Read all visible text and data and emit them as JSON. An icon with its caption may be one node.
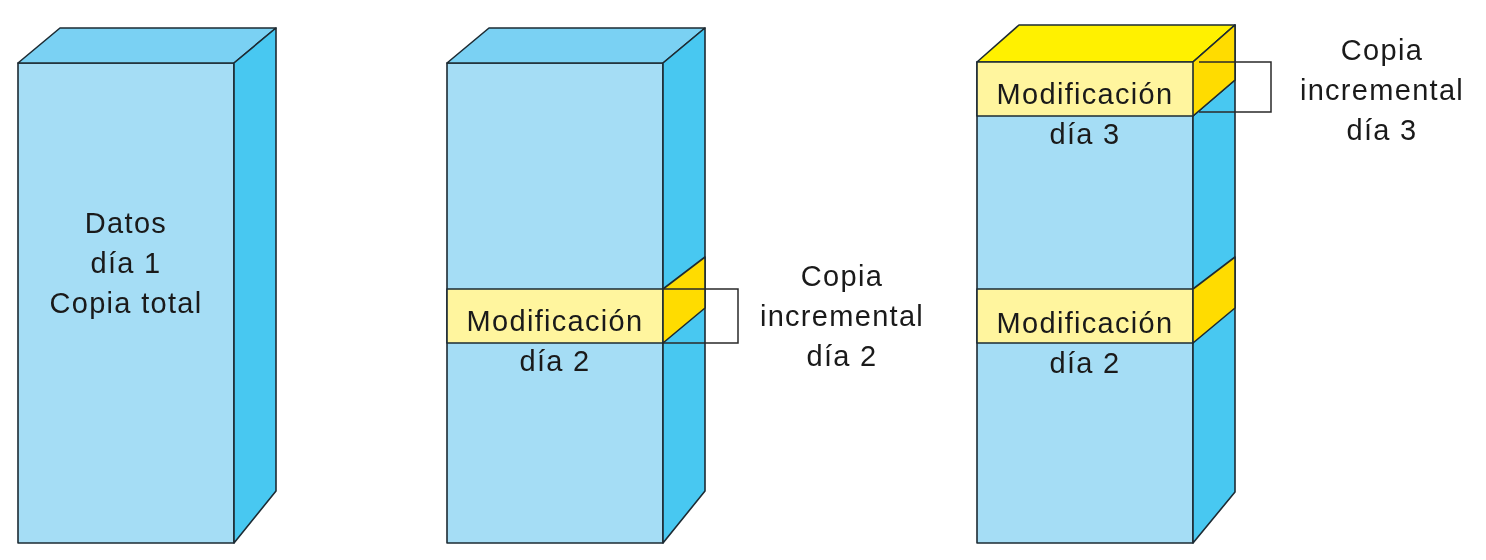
{
  "diagram": {
    "nodes": [
      {
        "text": [
          "Datos día 1 Copia total"
        ]
      },
      {
        "text": [],
        "shape": "box"
      },
      {
        "text": [
          "Modificación día 2"
        ],
        "in": 1,
        "beside": [
          "Copia incremental día 2"
        ]
      },
      {
        "text": [],
        "shape": "box"
      },
      {
        "text": [
          "Modificación día 3"
        ],
        "in": 3,
        "beside": [
          "Copia incremental día 3"
        ]
      },
      {
        "text": [
          "Modificación día 2"
        ],
        "in": 3
      }
    ]
  }
}
